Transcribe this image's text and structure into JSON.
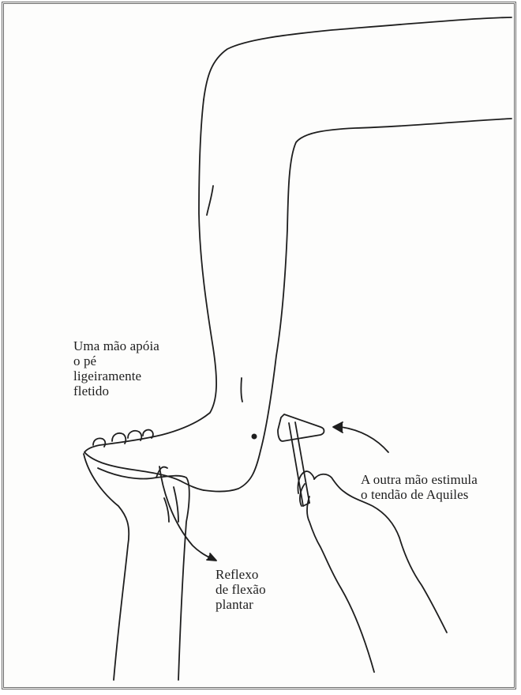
{
  "captions": {
    "hand_support": "Uma mão apóia\no pé\nligeiramente\nfletido",
    "stimulus": "A outra mão estimula\no tendão de Aquiles",
    "reflex": "Reflexo\nde flexão\nplantar"
  },
  "colors": {
    "ink": "#1e1e1e",
    "frame": "#6b6b6b",
    "background": "#fdfdfc"
  },
  "icons": [
    "reflex-hammer-icon",
    "motion-arrow-icon",
    "reflex-arrow-icon"
  ]
}
